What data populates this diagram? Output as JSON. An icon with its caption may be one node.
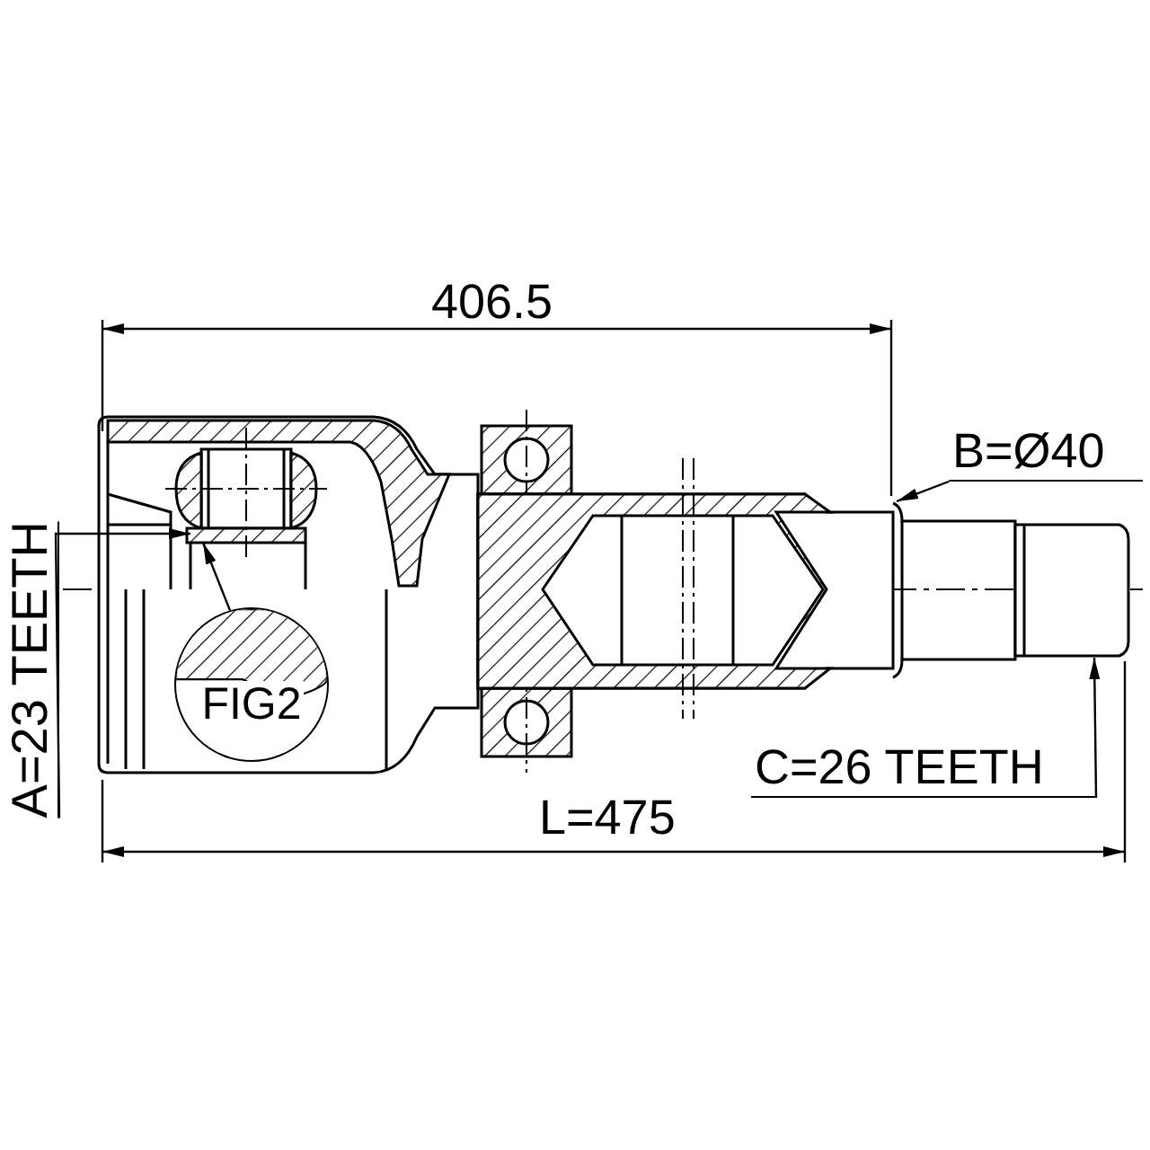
{
  "diagram": {
    "nodes": [
      {
        "text": [
          "B=Ø40"
        ]
      },
      {
        "text": [
          "C=26 TEETH"
        ]
      },
      {
        "text": [
          "A=23 TEETH"
        ]
      },
      {
        "text": [
          "FIG2"
        ]
      }
    ],
    "edges": [
      {
        "from": 0,
        "to": null,
        "arrow": "to"
      },
      {
        "from": 1,
        "to": null,
        "arrow": "to"
      },
      {
        "from": 2,
        "to": null,
        "arrow": "to"
      },
      {
        "from": 3,
        "to": null,
        "arrow": "to"
      }
    ],
    "labels": [
      "406.5",
      "L=475"
    ]
  }
}
